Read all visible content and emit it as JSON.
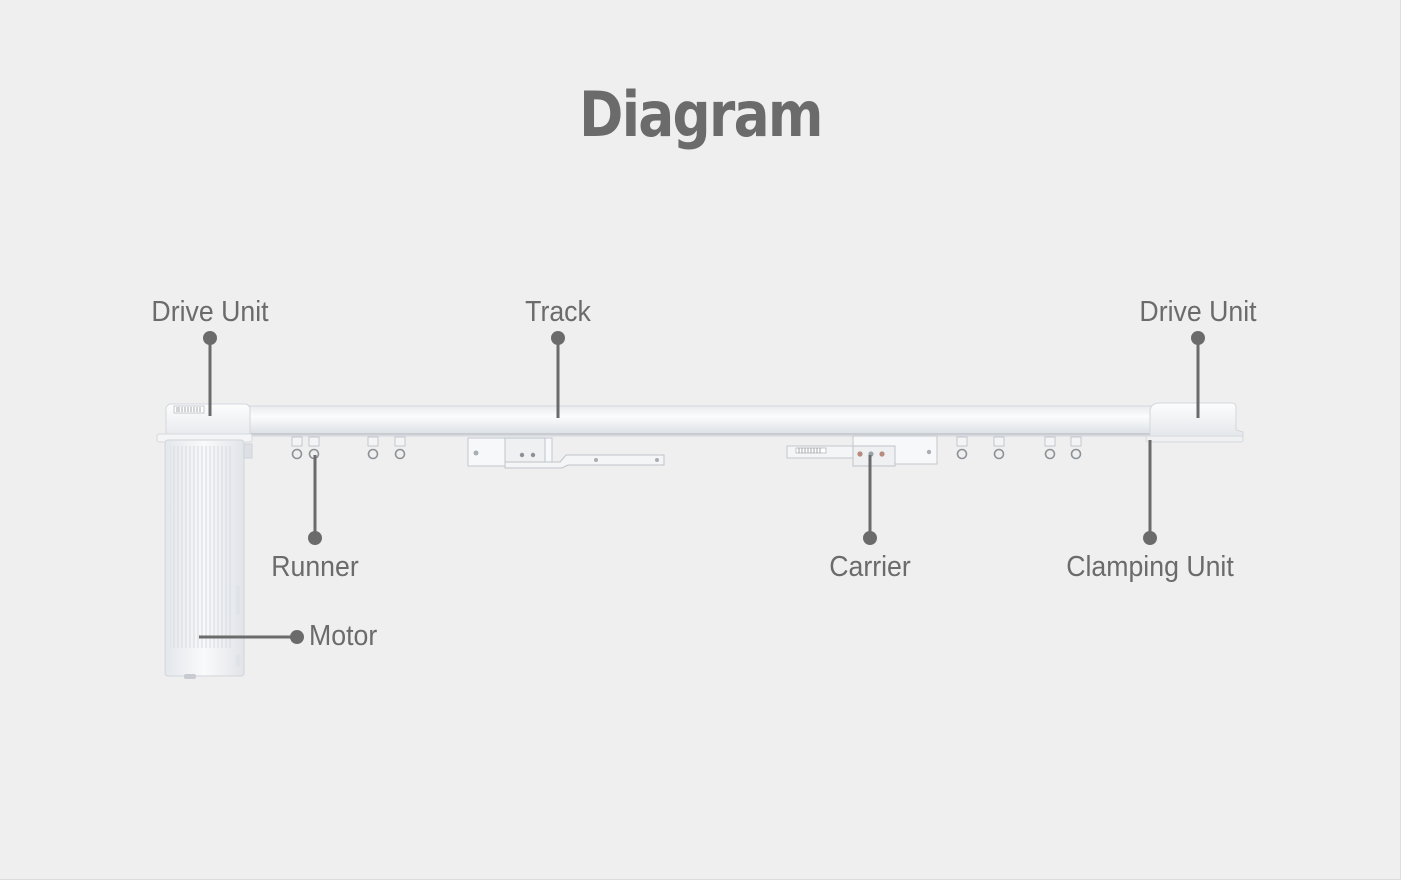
{
  "title": "Diagram",
  "labels": {
    "drive_unit_left": "Drive Unit",
    "track": "Track",
    "drive_unit_right": "Drive Unit",
    "runner": "Runner",
    "carrier": "Carrier",
    "clamping_unit": "Clamping Unit",
    "motor": "Motor"
  },
  "colors": {
    "background": "#efefef",
    "text": "#6b6b6b",
    "leader": "#6b6b6b",
    "hardware": "#f7f8fa",
    "hardware_shade": "#dfe2e6"
  }
}
